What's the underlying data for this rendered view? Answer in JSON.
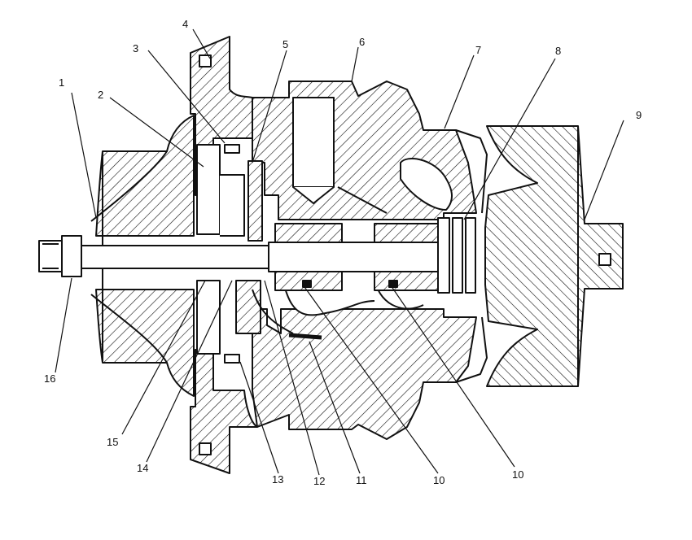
{
  "callouts": [
    {
      "id": "c1",
      "label": "1"
    },
    {
      "id": "c2",
      "label": "2"
    },
    {
      "id": "c3",
      "label": "3"
    },
    {
      "id": "c4",
      "label": "4"
    },
    {
      "id": "c5",
      "label": "5"
    },
    {
      "id": "c6",
      "label": "6"
    },
    {
      "id": "c7",
      "label": "7"
    },
    {
      "id": "c8",
      "label": "8"
    },
    {
      "id": "c9",
      "label": "9"
    },
    {
      "id": "c10a",
      "label": "10"
    },
    {
      "id": "c10b",
      "label": "10"
    },
    {
      "id": "c11",
      "label": "11"
    },
    {
      "id": "c12",
      "label": "12"
    },
    {
      "id": "c13",
      "label": "13"
    },
    {
      "id": "c14",
      "label": "14"
    },
    {
      "id": "c15",
      "label": "15"
    },
    {
      "id": "c16",
      "label": "16"
    }
  ],
  "colors": {
    "ink": "#111111",
    "paper": "#ffffff"
  }
}
